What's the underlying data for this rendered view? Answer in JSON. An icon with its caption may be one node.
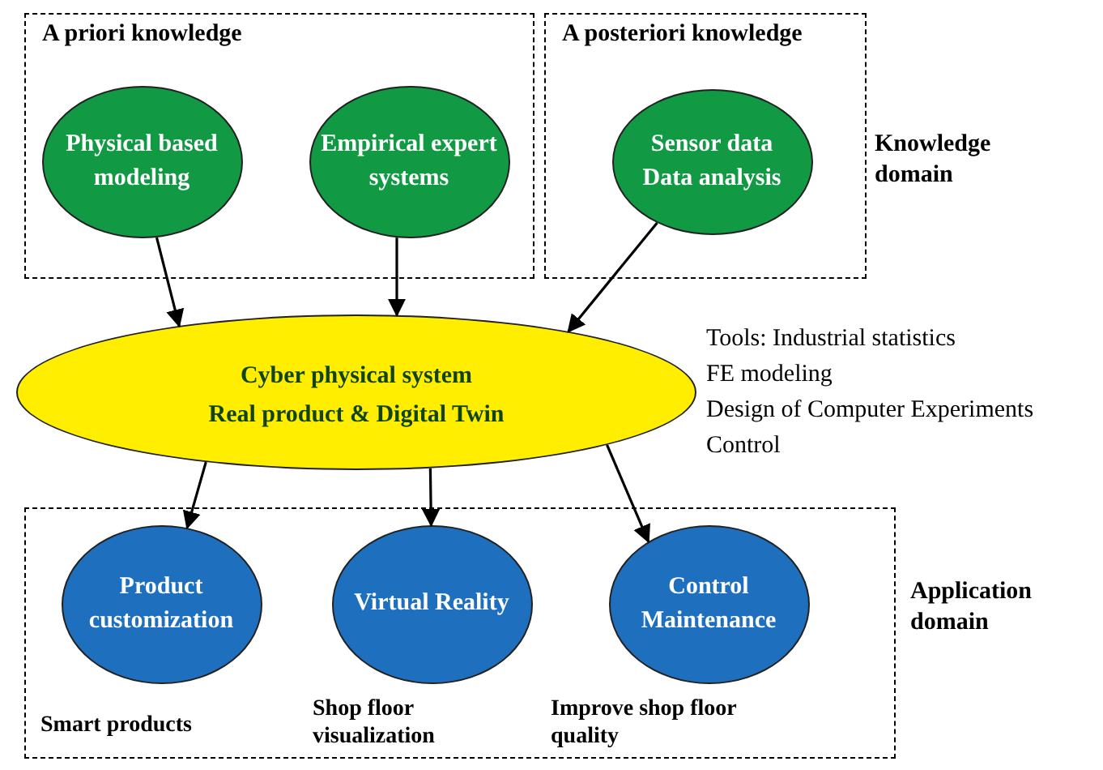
{
  "diagram": {
    "nodes": [
      {
        "text": [
          "A priori knowledge"
        ]
      },
      {
        "text": [
          "Physical based modeling"
        ],
        "in": 0
      },
      {
        "text": [
          "Empirical expert systems"
        ],
        "in": 0
      },
      {
        "text": [
          "A posteriori knowledge"
        ]
      },
      {
        "text": [
          "Sensor data Data analysis"
        ],
        "in": 3
      },
      {
        "text": [
          "Cyber physical system",
          "Real product & Digital Twin"
        ]
      },
      {
        "text": [],
        "shape": "box"
      },
      {
        "text": [
          "Product customization"
        ],
        "in": 6,
        "beside": [
          "Smart products"
        ]
      },
      {
        "text": [
          "Virtual Reality"
        ],
        "in": 6,
        "beside": [
          "Shop floor visualization"
        ]
      },
      {
        "text": [
          "Control Maintenance"
        ],
        "in": 6,
        "beside": [
          "Improve shop floor quality"
        ]
      }
    ],
    "edges": [
      {
        "from": 1,
        "to": 5,
        "arrow": "to"
      },
      {
        "from": 2,
        "to": 5,
        "arrow": "to"
      },
      {
        "from": 4,
        "to": 5,
        "arrow": "to"
      },
      {
        "from": 5,
        "to": 7,
        "arrow": "to"
      },
      {
        "from": 5,
        "to": 8,
        "arrow": "to"
      },
      {
        "from": 5,
        "to": 9,
        "arrow": "to"
      }
    ],
    "labels": [
      "Knowledge domain",
      "Tools: Industrial statistics",
      "FE modeling",
      "Design of Computer Experiments",
      "Control",
      "Application domain"
    ]
  }
}
